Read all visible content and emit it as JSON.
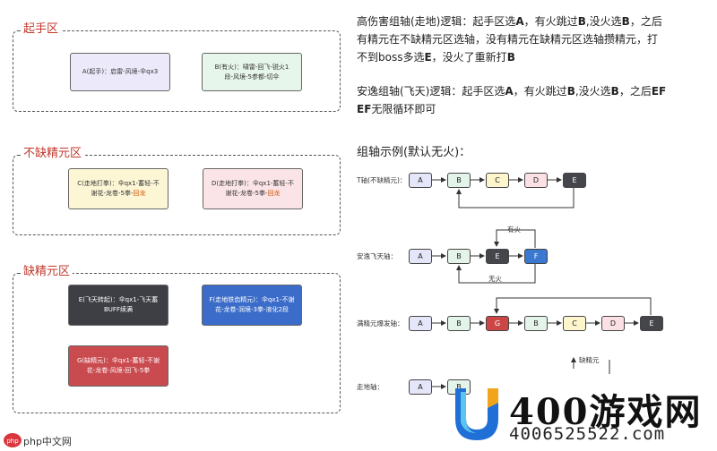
{
  "zones": {
    "start": {
      "title": "起手区"
    },
    "not_lacking": {
      "title": "不缺精元区"
    },
    "lacking": {
      "title": "缺精元区"
    }
  },
  "cards": {
    "a": {
      "text": "A(起手)：启雷-风境-伞qx3",
      "color": "#ece9fb"
    },
    "b": {
      "text": "B(有火)：啸雷-回飞-锐火1",
      "text2": "段-风境-5参都-切伞",
      "color": "#e7f6ea"
    },
    "c": {
      "text": "C(走地打拳)：伞qx1-蓄轻-不",
      "text2": "谢花-龙卷-5拳-",
      "hl": "回龙",
      "color": "#fdf6d5"
    },
    "d": {
      "text": "D(走地打拳)：伞qx1-蓄轻-不",
      "text2": "谢花-龙卷-5拳-",
      "hl": "回龙",
      "color": "#fbe4e8"
    },
    "e": {
      "text": "E(飞天转起)：伞qx1-飞天蓄",
      "text2": "BUFF续满",
      "color": "#3d3f45"
    },
    "f": {
      "text": "F(走地铁齿精元)：伞qx1-不谢",
      "text2": "花-龙卷-润境-3拳-液化2段",
      "color": "#3b6cc9"
    },
    "g": {
      "text": "G(缺精元)：伞qx1-蓄轻-不谢",
      "text2": "花-龙卷-风境-回飞-5拳",
      "color": "#c94a4f"
    }
  },
  "paragraph1": {
    "line1_a": "高伤害组轴(走地)逻辑：起手区选",
    "a": "A",
    "line1_b": "，有火跳过",
    "b": "B",
    "line1_c": ",没火选",
    "b2": "B",
    "line1_d": "，之后",
    "line2": "有精元在不缺精元区选轴，没有精元在缺精元区选轴攒精元，打",
    "line3_a": "不到boss多选",
    "e": "E",
    "line3_b": "，没火了重新打",
    "b3": "B"
  },
  "paragraph2": {
    "line1_a": "安逸组轴(飞天)逻辑：起手区选",
    "a": "A",
    "line1_b": "，有火跳过",
    "b": "B",
    "line1_c": ",没火选",
    "b2": "B",
    "line1_d": "，之后",
    "ef": "EF",
    "ef2": "EF",
    "line2": "无限循环即可"
  },
  "examples_title": "组轴示例(默认无火)：",
  "rows": {
    "r1": {
      "label": "T轴(不缺精元)：",
      "nodes": [
        "A",
        "B",
        "C",
        "D",
        "E"
      ]
    },
    "r2": {
      "label": "安逸飞天轴：",
      "nodes": [
        "A",
        "B",
        "E",
        "F"
      ],
      "fire_label": "有火",
      "nofire_label": "无火"
    },
    "r3": {
      "label": "满精元爆发轴：",
      "nodes": [
        "A",
        "B",
        "G",
        "B",
        "C",
        "D",
        "E"
      ]
    },
    "r4": {
      "label": "走地轴：",
      "nodes": [
        "A",
        "B"
      ],
      "lack_label": "缺精元"
    }
  },
  "node_colors": {
    "A": "#e6e6fa",
    "B": "#e4f4ea",
    "C": "#fdf5cc",
    "D": "#fbe1e6",
    "E": "#44464c",
    "F": "#3a78d1",
    "G": "#cc4646"
  },
  "watermark": {
    "brand": "400游戏网",
    "phone": "4006525522.com",
    "php": "php中文网"
  }
}
